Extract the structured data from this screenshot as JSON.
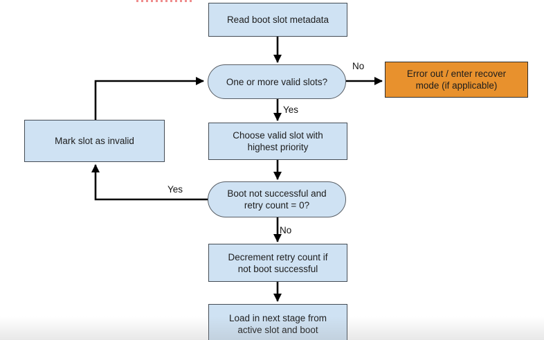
{
  "colors": {
    "node_fill_blue": "#cfe2f3",
    "node_fill_orange": "#e8912d",
    "node_border": "#434b54",
    "arrow": "#000000",
    "text": "#1c1c1c",
    "clipped_red_marks": "#ef8d8d"
  },
  "nodes": {
    "read": {
      "line1": "Read boot slot metadata"
    },
    "valid": {
      "line1": "One or more valid slots?"
    },
    "error": {
      "line1": "Error out / enter recover",
      "line2": "mode (if applicable)"
    },
    "choose": {
      "line1": "Choose valid slot with",
      "line2": "highest priority"
    },
    "retry": {
      "line1": "Boot not successful and",
      "line2": "retry count = 0?"
    },
    "mark": {
      "line1": "Mark slot as invalid"
    },
    "decrement": {
      "line1": "Decrement retry count if",
      "line2": "not boot successful"
    },
    "load": {
      "line1": "Load in next stage from",
      "line2": "active slot and boot"
    }
  },
  "edge_labels": {
    "valid_slots_no": "No",
    "valid_slots_yes": "Yes",
    "retry_yes": "Yes",
    "retry_no": "No"
  }
}
